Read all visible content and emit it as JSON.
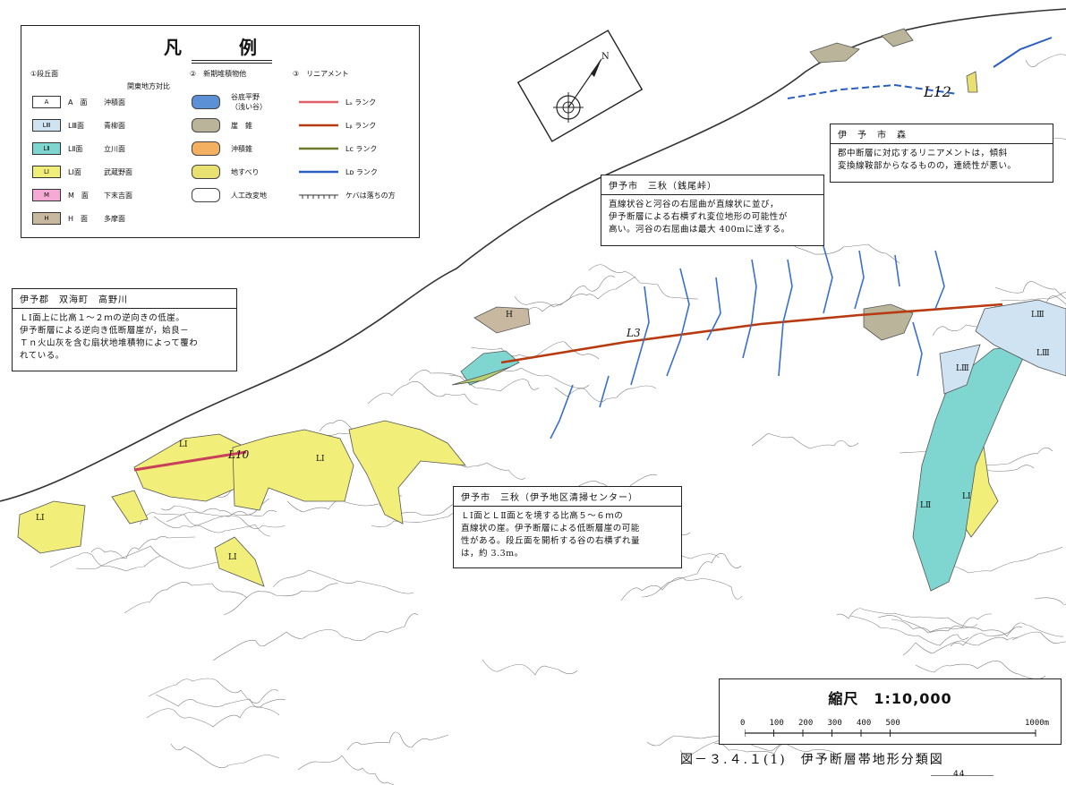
{
  "legend": {
    "title": "凡　例",
    "sections": {
      "terrace": "①段丘面",
      "kanto": "関東地方対比",
      "deposits": "②　新期堆積物他",
      "lineament": "③　リニアメント"
    },
    "terrace_rows": [
      {
        "code": "A",
        "name": "A　面",
        "corr": "沖積面",
        "color": "#ffffff"
      },
      {
        "code": "LⅢ",
        "name": "LⅢ面",
        "corr": "青柳面",
        "color": "#cfe3f2"
      },
      {
        "code": "LⅡ",
        "name": "LⅡ面",
        "corr": "立川面",
        "color": "#7fd6d0"
      },
      {
        "code": "LⅠ",
        "name": "LⅠ面",
        "corr": "武蔵野面",
        "color": "#f2ee7a"
      },
      {
        "code": "M",
        "name": "M　面",
        "corr": "下末吉面",
        "color": "#f6a9d4"
      },
      {
        "code": "H",
        "name": "H　面",
        "corr": "多摩面",
        "color": "#c8b8a0"
      }
    ],
    "deposit_rows": [
      {
        "label": "谷底平野",
        "label2": "（浅い谷）",
        "color": "#5b8fd6"
      },
      {
        "label": "崖　錐",
        "label2": "",
        "color": "#b9b49a"
      },
      {
        "label": "沖積錐",
        "label2": "",
        "color": "#f2b060"
      },
      {
        "label": "地すべり",
        "label2": "",
        "color": "#e8e070"
      },
      {
        "label": "人工改変地",
        "label2": "",
        "color": "#ffffff"
      }
    ],
    "lineament_rows": [
      {
        "label": "Lₐ ランク",
        "color": "#e0606a"
      },
      {
        "label": "Lᵦ ランク",
        "color": "#b83a10"
      },
      {
        "label": "Lc ランク",
        "color": "#6b7a2a"
      },
      {
        "label": "Lᴅ ランク",
        "color": "#2a5fc0"
      },
      {
        "label": "ケバは落ちの方",
        "color": "#333333"
      }
    ]
  },
  "callouts": {
    "takanogawa": {
      "title": "伊予郡　双海町　高野川",
      "lines": [
        "ＬⅠ面上に比高１～２ｍの逆向きの低崖。",
        "伊予断層による逆向き低断層崖が，姶良－",
        "Ｔｎ火山灰を含む扇状地堆積物によって覆わ",
        "れている。"
      ]
    },
    "zenio": {
      "title": "伊予市　三秋（銭尾峠）",
      "lines": [
        "直線状谷と河谷の右屈曲が直線状に並び，",
        "伊予断層による右横ずれ変位地形の可能性が",
        "高い。河谷の右屈曲は最大 400mに達する。"
      ]
    },
    "mori": {
      "title": "伊　予　市　森",
      "lines": [
        "郡中断層に対応するリニアメントは，傾斜",
        "変換線鞍部からなるものの，連続性が悪い。"
      ]
    },
    "seiso": {
      "title": "伊予市　三秋（伊予地区清掃センター）",
      "lines": [
        "ＬⅠ面とＬⅡ面とを境する比高５～６ｍの",
        "直線状の崖。伊予断層による低断層崖の可能",
        "性がある。段丘面を開析する谷の右横ずれ量",
        "は，約 3.3m。"
      ]
    }
  },
  "map_labels": {
    "l3": "L3",
    "l10": "L10",
    "l12": "L12",
    "li1": "LⅠ",
    "li2": "LⅠ",
    "li3": "LⅠ",
    "li4": "LⅠ",
    "li5": "LⅠ",
    "lii": "LⅡ",
    "liii1": "LⅢ",
    "liii2": "LⅢ",
    "liii3": "LⅢ",
    "h": "H",
    "north": "N"
  },
  "scale": {
    "label": "縮尺　1:10,000",
    "ticks": [
      "0",
      "100",
      "200",
      "300",
      "400",
      "500",
      "1000m"
    ]
  },
  "caption": "図－３.４.１(1)　伊予断層帯地形分類図",
  "page_number": "44"
}
